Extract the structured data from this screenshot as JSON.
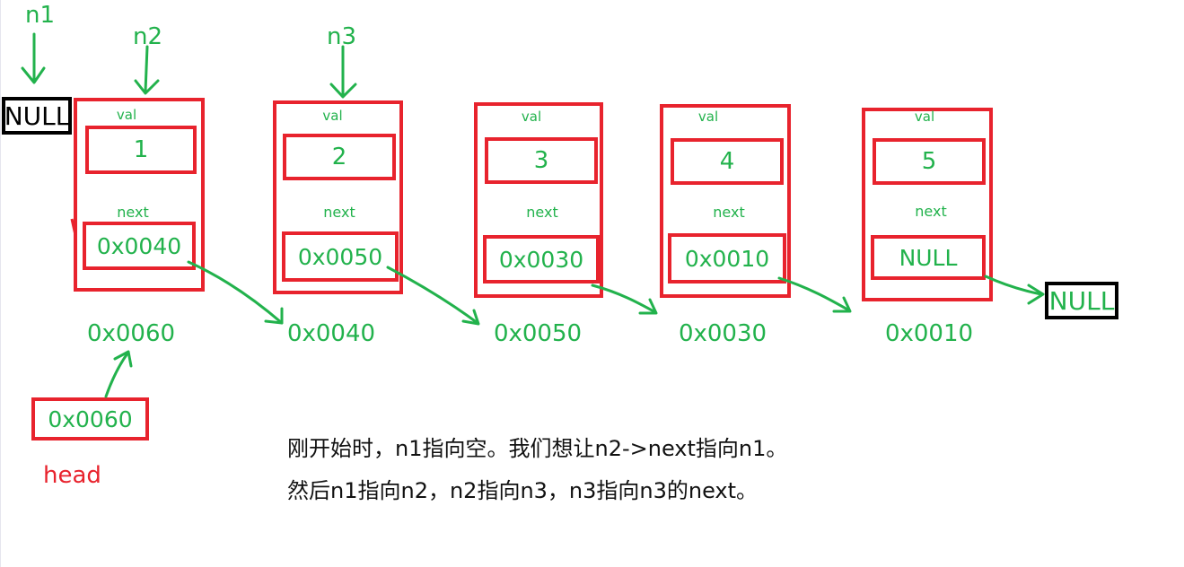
{
  "variables": {
    "n1": "n1",
    "n2": "n2",
    "n3": "n3"
  },
  "null_left": "NULL",
  "null_right": "NULL",
  "nodes": [
    {
      "val_label": "val",
      "val": "1",
      "next_label": "next",
      "next": "0x0040",
      "address": "0x0060"
    },
    {
      "val_label": "val",
      "val": "2",
      "next_label": "next",
      "next": "0x0050",
      "address": "0x0040"
    },
    {
      "val_label": "val",
      "val": "3",
      "next_label": "next",
      "next": "0x0030",
      "address": "0x0050"
    },
    {
      "val_label": "val",
      "val": "4",
      "next_label": "next",
      "next": "0x0010",
      "address": "0x0030"
    },
    {
      "val_label": "val",
      "val": "5",
      "next_label": "next",
      "next": "NULL",
      "address": "0x0010"
    }
  ],
  "head": {
    "value": "0x0060",
    "label": "head"
  },
  "notes": [
    "刚开始时，n1指向空。我们想让n2->next指向n1。",
    "然后n1指向n2，n2指向n3，n3指向n3的next。"
  ],
  "colors": {
    "node_border": "#e8232d",
    "text_green": "#22b24c",
    "head_label": "#e8232d",
    "null_border": "#000000"
  }
}
